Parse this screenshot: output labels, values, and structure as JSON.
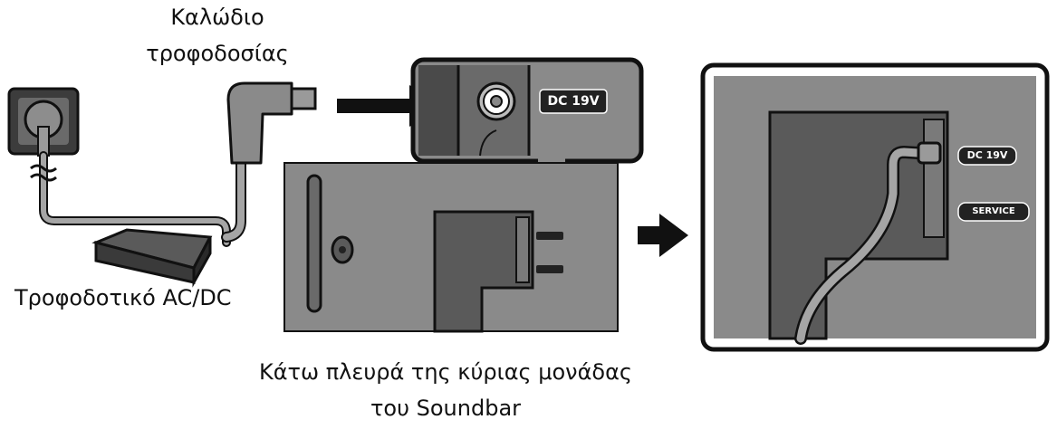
{
  "labels": {
    "power_cable_line1": "Καλώδιο",
    "power_cable_line2": "τροφοδοσίας",
    "adapter": "Τροφοδοτικό AC/DC",
    "caption_line1": "Κάτω πλευρά της κύριας μονάδας",
    "caption_line2": "του Soundbar"
  },
  "ports": {
    "dc_zoom": "DC 19V",
    "dc_final": "DC 19V",
    "service_final": "SERVICE"
  },
  "colors": {
    "panel_gray": "#8a8a8a",
    "dark_gray": "#3a3a3a",
    "cable_gray": "#a5a5a5",
    "badge_dark": "#2a2a2a",
    "outline": "#111111"
  }
}
